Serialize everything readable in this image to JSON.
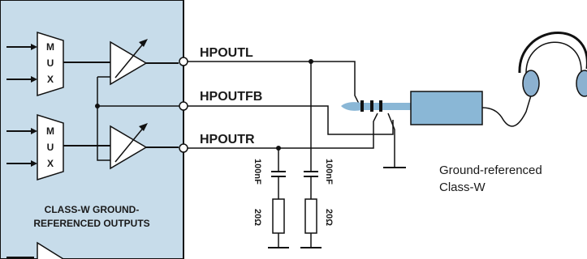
{
  "block": {
    "title_line1": "CLASS-W GROUND-",
    "title_line2": "REFERENCED OUTPUTS",
    "fill_color": "#c7dcea"
  },
  "mux": {
    "letters": [
      "M",
      "U",
      "X"
    ]
  },
  "nets": {
    "left": "HPOUTL",
    "feedback": "HPOUTFB",
    "right": "HPOUTR"
  },
  "components": [
    {
      "cap": "100nF",
      "res": "20Ω"
    },
    {
      "cap": "100nF",
      "res": "20Ω"
    }
  ],
  "caption": {
    "line1": "Ground-referenced",
    "line2": "Class-W"
  },
  "colors": {
    "jack_blue": "#8ab7d6",
    "earcup_blue": "#8cb1d0",
    "wire": "#111111"
  },
  "icons": [
    "amplifier-triangle",
    "headphone-icon",
    "ground-symbol",
    "audio-jack-icon"
  ]
}
